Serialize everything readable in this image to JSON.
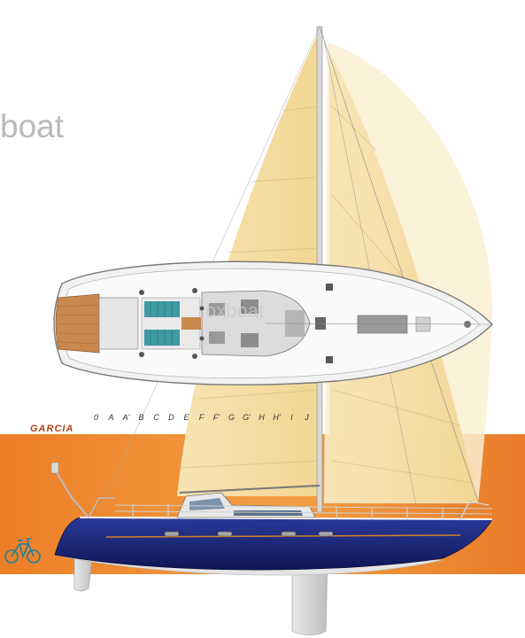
{
  "watermark": {
    "left_text": "boat",
    "mid_text": "oxboat"
  },
  "designer_logo": "GARCIA",
  "stations": [
    "0",
    "A",
    "A'",
    "B",
    "C",
    "D",
    "E",
    "F",
    "F'",
    "G",
    "G'",
    "H",
    "H'",
    "I",
    "J"
  ],
  "colors": {
    "sail_fill": "#f6dfa6",
    "hull_blue": "#1d2a7c",
    "background_orange": "#e07a1e",
    "deck_teak": "#c9884e",
    "cockpit_teal": "#3f9aa3"
  },
  "icons": [
    "bicycle-icon"
  ]
}
